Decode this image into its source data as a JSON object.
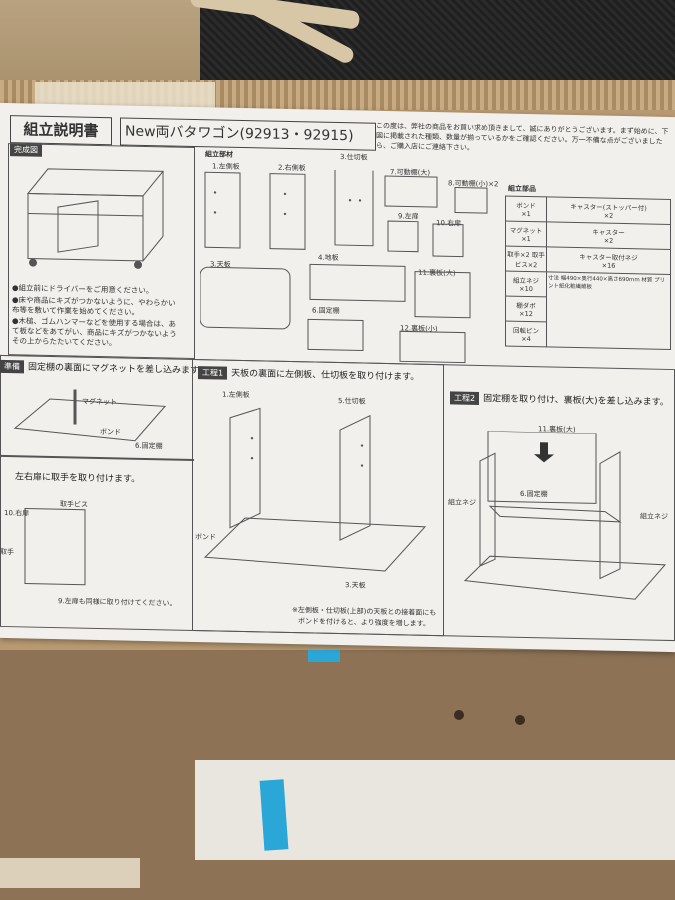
{
  "manual": {
    "title": "組立説明書",
    "product": "New両バタワゴン(92913・92915)",
    "notice": "この度は、弊社の商品をお買い求め頂きまして、誠にありがとうございます。まず始めに、下図に掲載された種類、数量が揃っているかをご確認ください。万一不備な点がございましたら、ご購入店にご連絡下さい。",
    "complete_label": "完成図",
    "parts_label": "組立部材",
    "hardware_label": "組立部品",
    "bullets": [
      "●組立前にドライバーをご用意ください。",
      "●床や商品にキズがつかないように、やわらかい布等を敷いて作業を始めてください。",
      "●木槌、ゴムハンマーなどを使用する場合は、あて板などをあてがい、商品にキズがつかないようその上からたたいてください。"
    ],
    "parts": [
      "1.左側板",
      "2.右側板",
      "3.仕切板",
      "7.可動棚(大)",
      "8.可動棚(小)×2",
      "9.左扉",
      "10.右扉",
      "3.天板",
      "4.地板",
      "6.固定棚",
      "11.裏板(大)",
      "12.裏板(小)"
    ],
    "hardware": [
      {
        "name": "ボンド",
        "qty": "×1"
      },
      {
        "name": "キャスター(ストッパー付)",
        "qty": "×2"
      },
      {
        "name": "マグネット",
        "qty": "×1"
      },
      {
        "name": "キャスター",
        "qty": "×2"
      },
      {
        "name": "取手×2 取手ビス×2",
        "qty": ""
      },
      {
        "name": "キャスター取付ネジ",
        "qty": "×16"
      },
      {
        "name": "組立ネジ",
        "qty": "×10"
      },
      {
        "name": "棚ダボ",
        "qty": "×12"
      },
      {
        "name": "回転ピン",
        "qty": "×4"
      }
    ],
    "spec_note": "寸法 幅490×奥行440×高さ690mm 材質 プリント紙化粧繊維板",
    "prep_label": "準備",
    "prep_text": "固定棚の裏面にマグネットを差し込みます。",
    "prep_magnet": "マグネット",
    "prep_bond": "ボンド",
    "prep_shelf": "6.固定棚",
    "handle_text": "左右扉に取手を取り付けます。",
    "handle_screw": "取手ビス",
    "handle_door": "10.右扉",
    "handle_grip": "取手",
    "handle_note": "9.左扉も同様に取り付けてください。",
    "step1_tag": "工程1",
    "step1_text": "天板の裏面に左側板、仕切板を取り付けます。",
    "step1_left": "1.左側板",
    "step1_divider": "5.仕切板",
    "step1_bond": "ボンド",
    "step1_top": "3.天板",
    "step1_note1": "※左側板・仕切板(上部)の天板との接着面にも",
    "step1_note2": "ボンドを付けると、より強度を増します。",
    "step2_tag": "工程2",
    "step2_text": "固定棚を取り付け、裏板(大)を差し込みます。",
    "step2_back": "11.裏板(大)",
    "step2_shelf": "6.固定棚",
    "step2_screw_l": "組立ネジ",
    "step2_screw_r": "組立ネジ"
  }
}
